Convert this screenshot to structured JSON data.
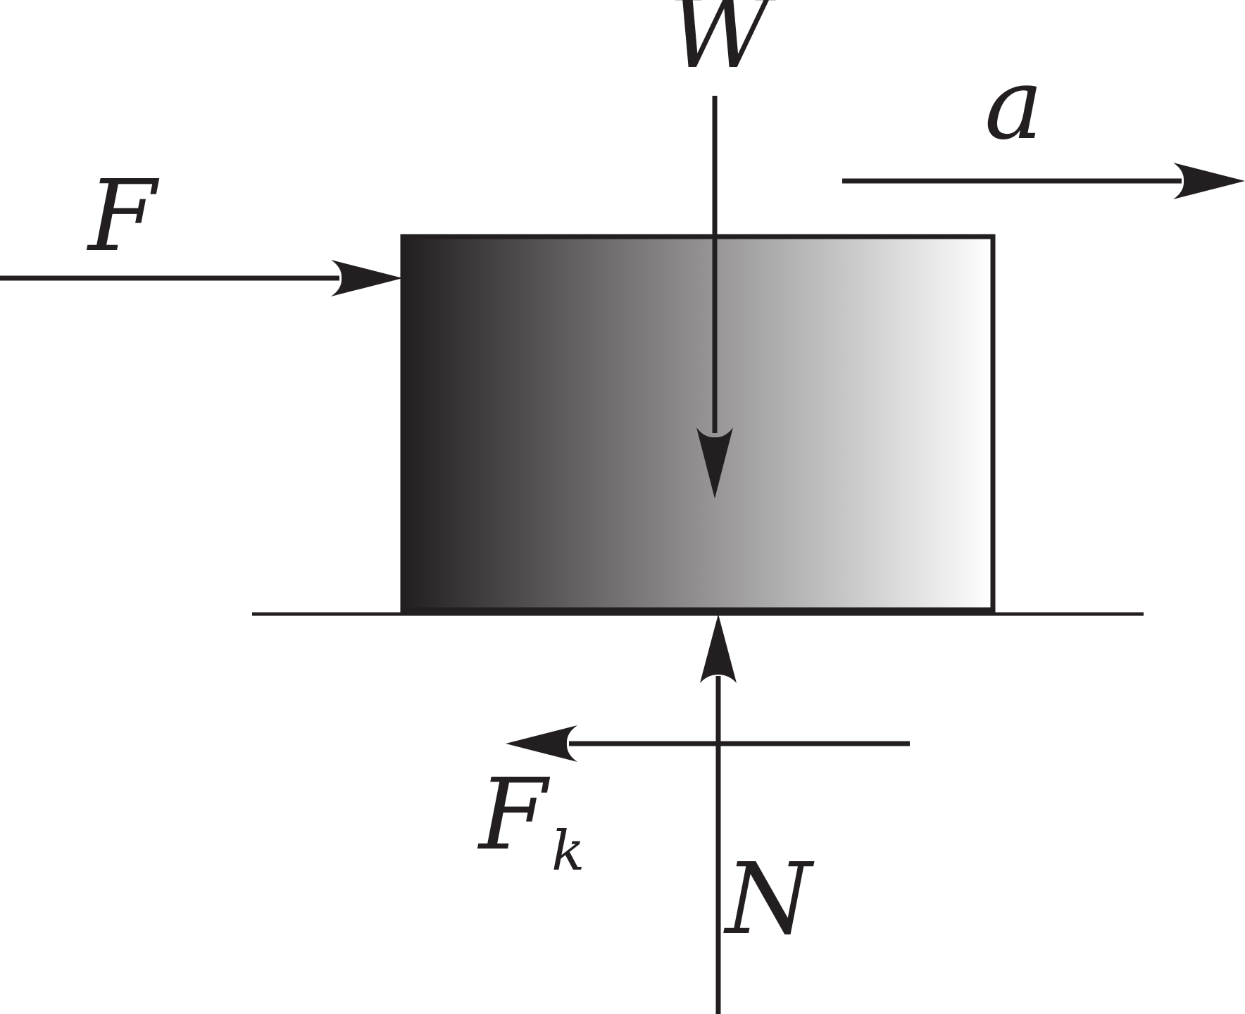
{
  "diagram": {
    "labels": {
      "applied_force": "F",
      "weight": "W",
      "acceleration": "a",
      "friction_main": "F",
      "friction_sub": "k",
      "normal": "N"
    },
    "colors": {
      "ink": "#231f20",
      "block_gradient_start": "#231f20",
      "block_gradient_end": "#ffffff",
      "background": "#ffffff"
    }
  }
}
